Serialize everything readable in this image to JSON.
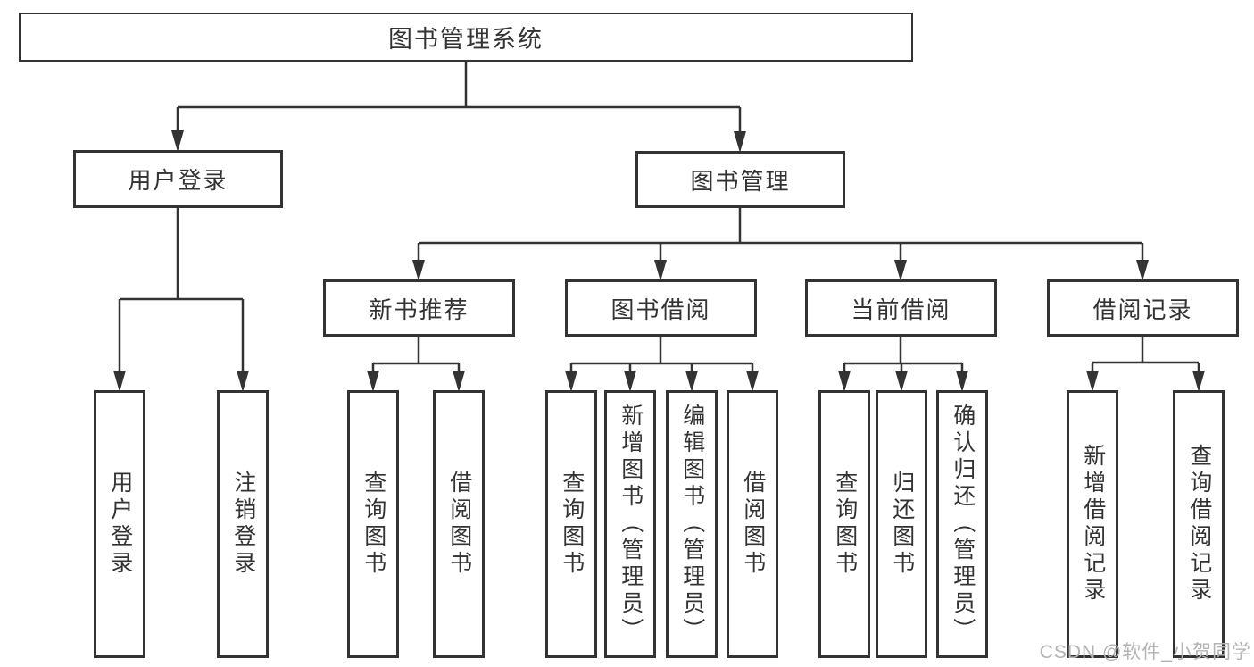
{
  "tree": {
    "root": {
      "label": "图书管理系统"
    },
    "branches": [
      {
        "label": "用户登录",
        "children": [
          {
            "label": "用户登录"
          },
          {
            "label": "注销登录"
          }
        ]
      },
      {
        "label": "图书管理",
        "sections": [
          {
            "label": "新书推荐",
            "children": [
              {
                "label": "查询图书"
              },
              {
                "label": "借阅图书"
              }
            ]
          },
          {
            "label": "图书借阅",
            "children": [
              {
                "label": "查询图书"
              },
              {
                "label": "新增图书（管理员）"
              },
              {
                "label": "编辑图书（管理员）"
              },
              {
                "label": "借阅图书"
              }
            ]
          },
          {
            "label": "当前借阅",
            "children": [
              {
                "label": "查询图书"
              },
              {
                "label": "归还图书"
              },
              {
                "label": "确认归还（管理员）"
              }
            ]
          },
          {
            "label": "借阅记录",
            "children": [
              {
                "label": "新增借阅记录"
              },
              {
                "label": "查询借阅记录"
              }
            ]
          }
        ]
      }
    ]
  },
  "watermark": {
    "text": "CSDN @软件_小贺同学"
  },
  "colors": {
    "line": "#333333",
    "text": "#333333",
    "box_background": "#ffffff",
    "page_background": "#ffffff",
    "watermark": "#b3b3b3"
  }
}
